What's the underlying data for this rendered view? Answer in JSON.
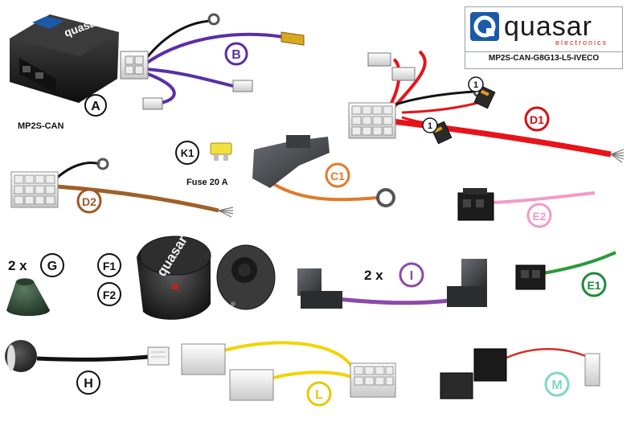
{
  "brand": {
    "name": "quasar",
    "subtitle": "electronics",
    "product_code": "MP2S-CAN-G8G13-L5-IVECO"
  },
  "module": {
    "caption": "MP2S-CAN",
    "case_print": "quasar"
  },
  "socket_print": "quasar",
  "labels": {
    "A": "A",
    "B": "B",
    "C1": "C1",
    "D1": "D1",
    "D2": "D2",
    "E1": "E1",
    "E2": "E2",
    "F1": "F1",
    "F2": "F2",
    "G": "G",
    "H": "H",
    "I": "I",
    "K1": "K1",
    "L": "L",
    "M": "M"
  },
  "fuse_caption": "Fuse 20 A",
  "qty_g": "2 x",
  "qty_i": "2 x",
  "marker_1": "1",
  "colors": {
    "wire_purple": "#5b2ea6",
    "wire_red": "#e8121a",
    "wire_brown": "#a0602a",
    "wire_orange": "#e07a2c",
    "wire_pink": "#f29ac6",
    "wire_green": "#2a9a3a",
    "wire_yellow": "#f2d400",
    "wire_violet": "#8a4aa8",
    "label_purple": "#5b2ea6",
    "label_red": "#d0121a",
    "label_brown": "#9a5a2a",
    "label_orange": "#e07a2c",
    "label_pink": "#f29ac6",
    "label_green": "#1f8a3a",
    "label_yellow": "#e8c800",
    "label_mint": "#7fd6c8"
  }
}
